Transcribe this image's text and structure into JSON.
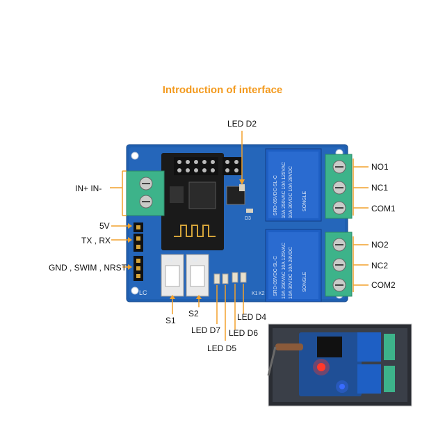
{
  "title": "Introduction of interface",
  "colors": {
    "title": "#f39a1e",
    "pcb": "#1f5fb0",
    "relay": "#1e5fc4",
    "terminal": "#3db38a",
    "leader": "#f2a12b",
    "text": "#111111"
  },
  "labels": {
    "led_d2": "LED D2",
    "in_power": "IN+ IN-",
    "v5": "5V",
    "tx_rx": "TX , RX",
    "gnd_swim_nrst": "GND , SWIM , NRST",
    "no1": "NO1",
    "nc1": "NC1",
    "com1": "COM1",
    "no2": "NO2",
    "nc2": "NC2",
    "com2": "COM2",
    "s1": "S1",
    "s2": "S2",
    "led_d4": "LED D4",
    "led_d6": "LED D6",
    "led_d7": "LED D7",
    "led_d5": "LED D5"
  },
  "relay_marking": {
    "brand": "SONGLE",
    "model": "SRD-05VDC-SL-C",
    "rating1": "10A 250VAC 10A 125VAC",
    "rating2": "10A 30VDC 10A 28VDC"
  },
  "board_marks": {
    "s1": "S1",
    "s2": "S2",
    "d3": "D3",
    "k1": "K1",
    "k2": "K2",
    "lc": "LC"
  },
  "photo_inset": {
    "description_icons": [
      "relay-board-photo-icon"
    ]
  }
}
